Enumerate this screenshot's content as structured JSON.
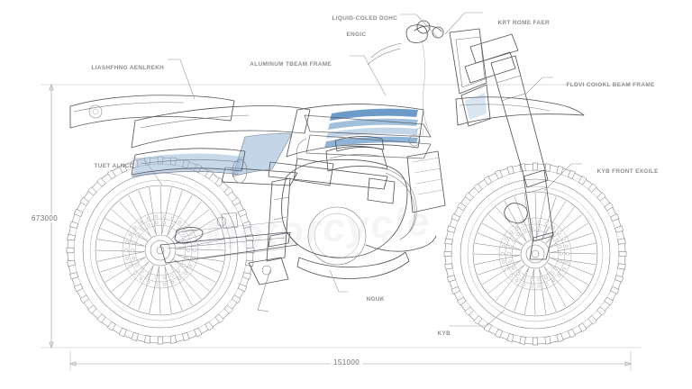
{
  "document": {
    "type": "technical-drawing",
    "subject": "Enduro / dual-sport motorcycle side elevation",
    "background_color": "#ffffff",
    "line_color": "#55565c",
    "accent_color": "#5f93c4",
    "label_color": "#8d8d90"
  },
  "watermark": {
    "text": "Motorcycle"
  },
  "callouts": [
    {
      "id": "liquid-cooled-engine",
      "line1": "LIQUID-COLED DOHC",
      "line2": "ENGIC"
    },
    {
      "id": "krt-rome-falr",
      "line1": "KRT ROME FAER",
      "line2": ""
    },
    {
      "id": "aluminum-beam-frame",
      "line1": "ALUMINUM TBEAM FRAME",
      "line2": ""
    },
    {
      "id": "liashfhng-aenlrekh",
      "line1": "LIASHFHNG AENLREKH",
      "line2": ""
    },
    {
      "id": "coiokl-beam-frame",
      "line1": "FLDVI COIOKL BEAM FRAME",
      "line2": ""
    },
    {
      "id": "kyb-front-exgile",
      "line1": "KYB FRONT EXGILE",
      "line2": ""
    },
    {
      "id": "tuet-alncd",
      "line1": "TUET ALNCD",
      "line2": ""
    },
    {
      "id": "nguk",
      "line1": "NGUK",
      "line2": ""
    },
    {
      "id": "kyb",
      "line1": "KYB",
      "line2": ""
    }
  ],
  "dimensions": {
    "height": {
      "value": "673000",
      "orientation": "vertical"
    },
    "length": {
      "value": "151000",
      "orientation": "horizontal"
    }
  }
}
